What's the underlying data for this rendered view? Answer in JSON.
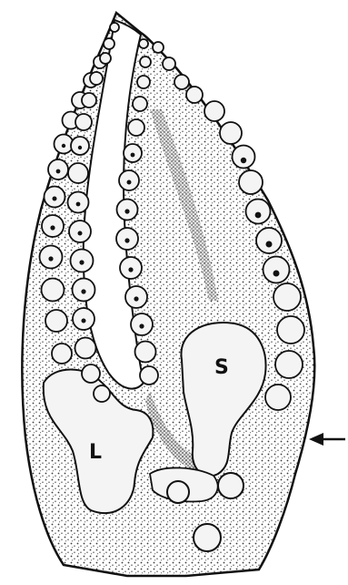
{
  "labels": {
    "left_structure": "L",
    "sucker_structure": "S"
  },
  "colors": {
    "ink": "#111111",
    "paper": "#ffffff",
    "stipple": "#3a3a3a",
    "sucker_fill": "#f4f4f4"
  },
  "indicators": {
    "arrow": "left-pointing-arrow"
  }
}
